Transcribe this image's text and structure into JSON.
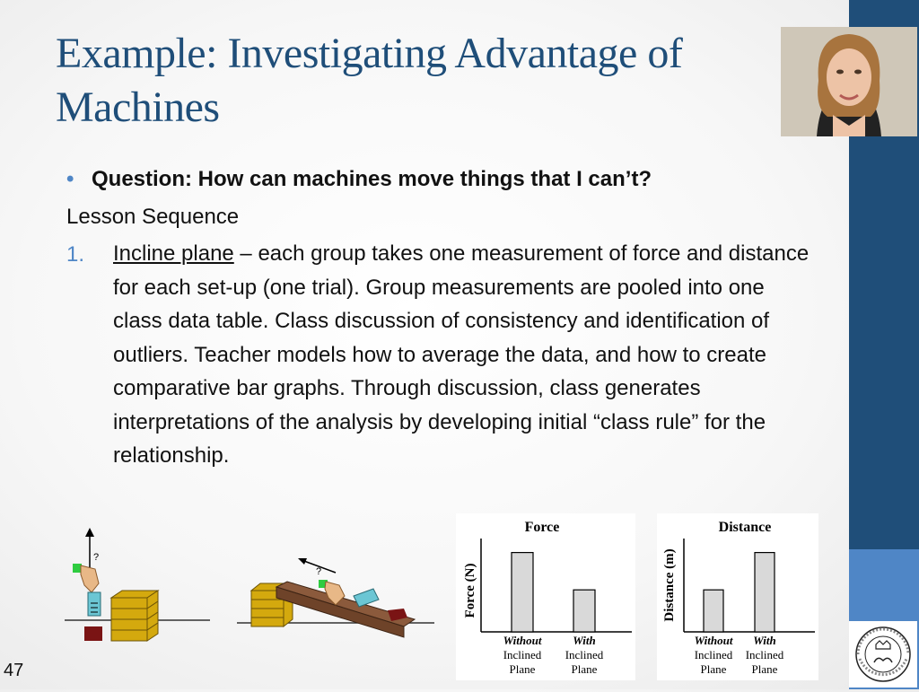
{
  "slide": {
    "title": "Example: Investigating Advantage of Machines",
    "question": "Question: How can machines move things that I can’t?",
    "sequence_label": "Lesson Sequence",
    "item_number": "1.",
    "item_lead": "Incline plane",
    "item_text": " – each group takes one measurement of force and distance for each set-up (one trial).  Group measurements are pooled into one class data table.  Class discussion of consistency and identification of outliers.  Teacher models how to average the data, and how to create comparative bar graphs. Through discussion, class generates interpretations of the analysis by developing initial “class rule” for the relationship.",
    "slide_number": "47"
  },
  "illustration": {
    "marks": [
      "?",
      "?"
    ]
  },
  "chart_data": [
    {
      "type": "bar",
      "title": "Force",
      "ylabel": "Force (N)",
      "categories": [
        "Without Inclined Plane",
        "With Inclined Plane"
      ],
      "category_lines": [
        [
          "Without",
          "Inclined",
          "Plane"
        ],
        [
          "With",
          "Inclined",
          "Plane"
        ]
      ],
      "values": [
        0.85,
        0.45
      ],
      "fill": "#d9d9d9"
    },
    {
      "type": "bar",
      "title": "Distance",
      "ylabel": "Distance (m)",
      "categories": [
        "Without Inclined Plane",
        "With Inclined Plane"
      ],
      "category_lines": [
        [
          "Without",
          "Inclined",
          "Plane"
        ],
        [
          "With",
          "Inclined",
          "Plane"
        ]
      ],
      "values": [
        0.45,
        0.85
      ],
      "fill": "#d9d9d9"
    }
  ],
  "colors": {
    "accent_dark": "#1f4e79",
    "accent_light": "#4f86c6"
  }
}
